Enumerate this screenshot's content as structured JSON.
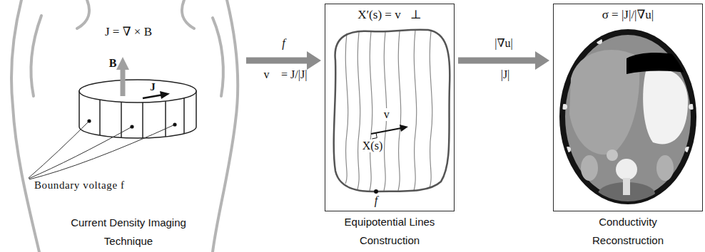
{
  "diagram": {
    "nodes": [
      {
        "text": [
          "J = ∇ × B",
          "Current Density Imaging Technique"
        ]
      },
      {
        "text": [
          "X′(s) = v⃗⊥",
          "Equipotential Lines Construction"
        ]
      },
      {
        "text": [
          "σ = |J|/|∇u|",
          "Conductivity Reconstruction"
        ]
      }
    ],
    "edges": [
      {
        "from": 0,
        "to": 1,
        "arrow": "to",
        "label": "f"
      },
      {
        "from": 1,
        "to": 2,
        "arrow": "to",
        "label": "|∇u|"
      }
    ],
    "labels": [
      "B",
      "J",
      "Boundary voltage f",
      "v⃗ = J/|J|",
      "v⃗",
      "X(s)",
      "f",
      "|J|"
    ]
  }
}
